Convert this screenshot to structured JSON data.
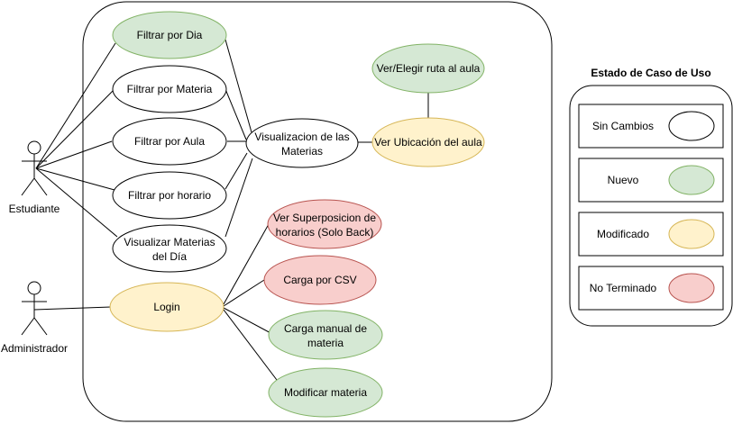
{
  "actors": {
    "estudiante": "Estudiante",
    "administrador": "Administrador"
  },
  "use_cases": {
    "filtrar_dia": "Filtrar por Dia",
    "filtrar_materia": "Filtrar por Materia",
    "filtrar_aula": "Filtrar por Aula",
    "filtrar_horario": "Filtrar por horario",
    "visualizar_materias_dia": [
      "Visualizar Materias",
      "del Día"
    ],
    "visualizacion_materias": [
      "Visualizacion de las",
      "Materias"
    ],
    "ver_ubicacion": "Ver Ubicación del aula",
    "ver_elegir_ruta": "Ver/Elegir ruta al aula",
    "ver_superposicion": [
      "Ver Superposicion de",
      "horarios (Solo Back)"
    ],
    "login": "Login",
    "carga_csv": "Carga por CSV",
    "carga_manual": [
      "Carga manual de",
      "materia"
    ],
    "modificar_materia": "Modificar materia"
  },
  "legend": {
    "title": "Estado de Caso de Uso",
    "items": [
      {
        "label": "Sin Cambios",
        "fill": "#ffffff",
        "stroke": "#000000"
      },
      {
        "label": "Nuevo",
        "fill": "#d5e8d4",
        "stroke": "#82b366"
      },
      {
        "label": "Modificado",
        "fill": "#fff2cc",
        "stroke": "#d6b656"
      },
      {
        "label": "No Terminado",
        "fill": "#f8cecc",
        "stroke": "#b85450"
      }
    ]
  },
  "colors": {
    "green_fill": "#d5e8d4",
    "green_stroke": "#82b366",
    "yellow_fill": "#fff2cc",
    "yellow_stroke": "#d6b656",
    "red_fill": "#f8cecc",
    "red_stroke": "#b85450"
  }
}
